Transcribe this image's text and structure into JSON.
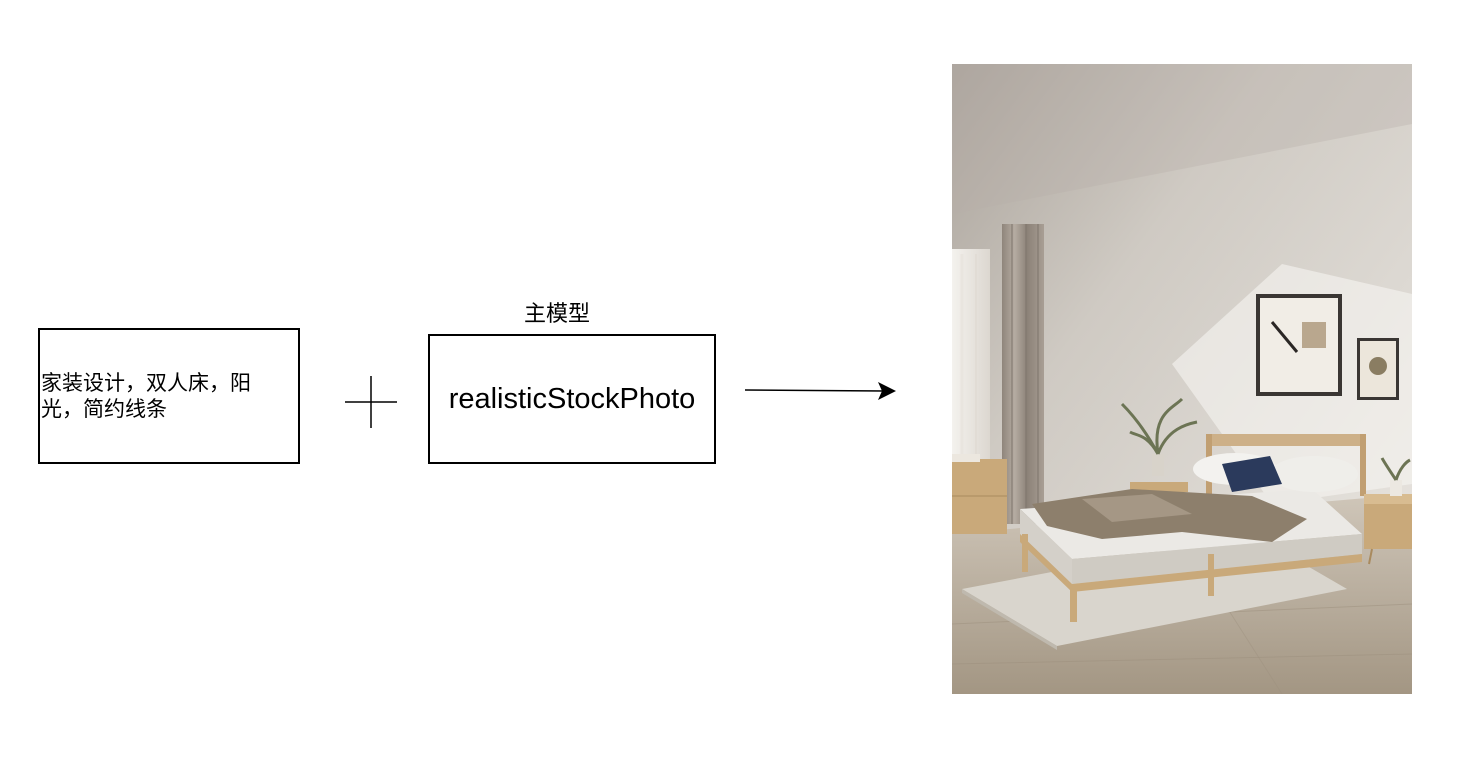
{
  "diagram": {
    "prompt_box": {
      "text": "家装设计，双人床，阳光，简约线条"
    },
    "plus_symbol": "plus-sign",
    "model_box": {
      "title": "主模型",
      "text": "realisticStockPhoto"
    },
    "arrow": "right-arrow",
    "output_image": {
      "description_icon": "bedroom-photo",
      "colors": {
        "wall": "#e9e6e1",
        "floor": "#b9ad9d",
        "rug": "#d6d2c9",
        "wood": "#c9a97a",
        "curtain": "#9c9187",
        "pillow_navy": "#2b3a5c",
        "throw": "#8d7f6c"
      }
    }
  }
}
